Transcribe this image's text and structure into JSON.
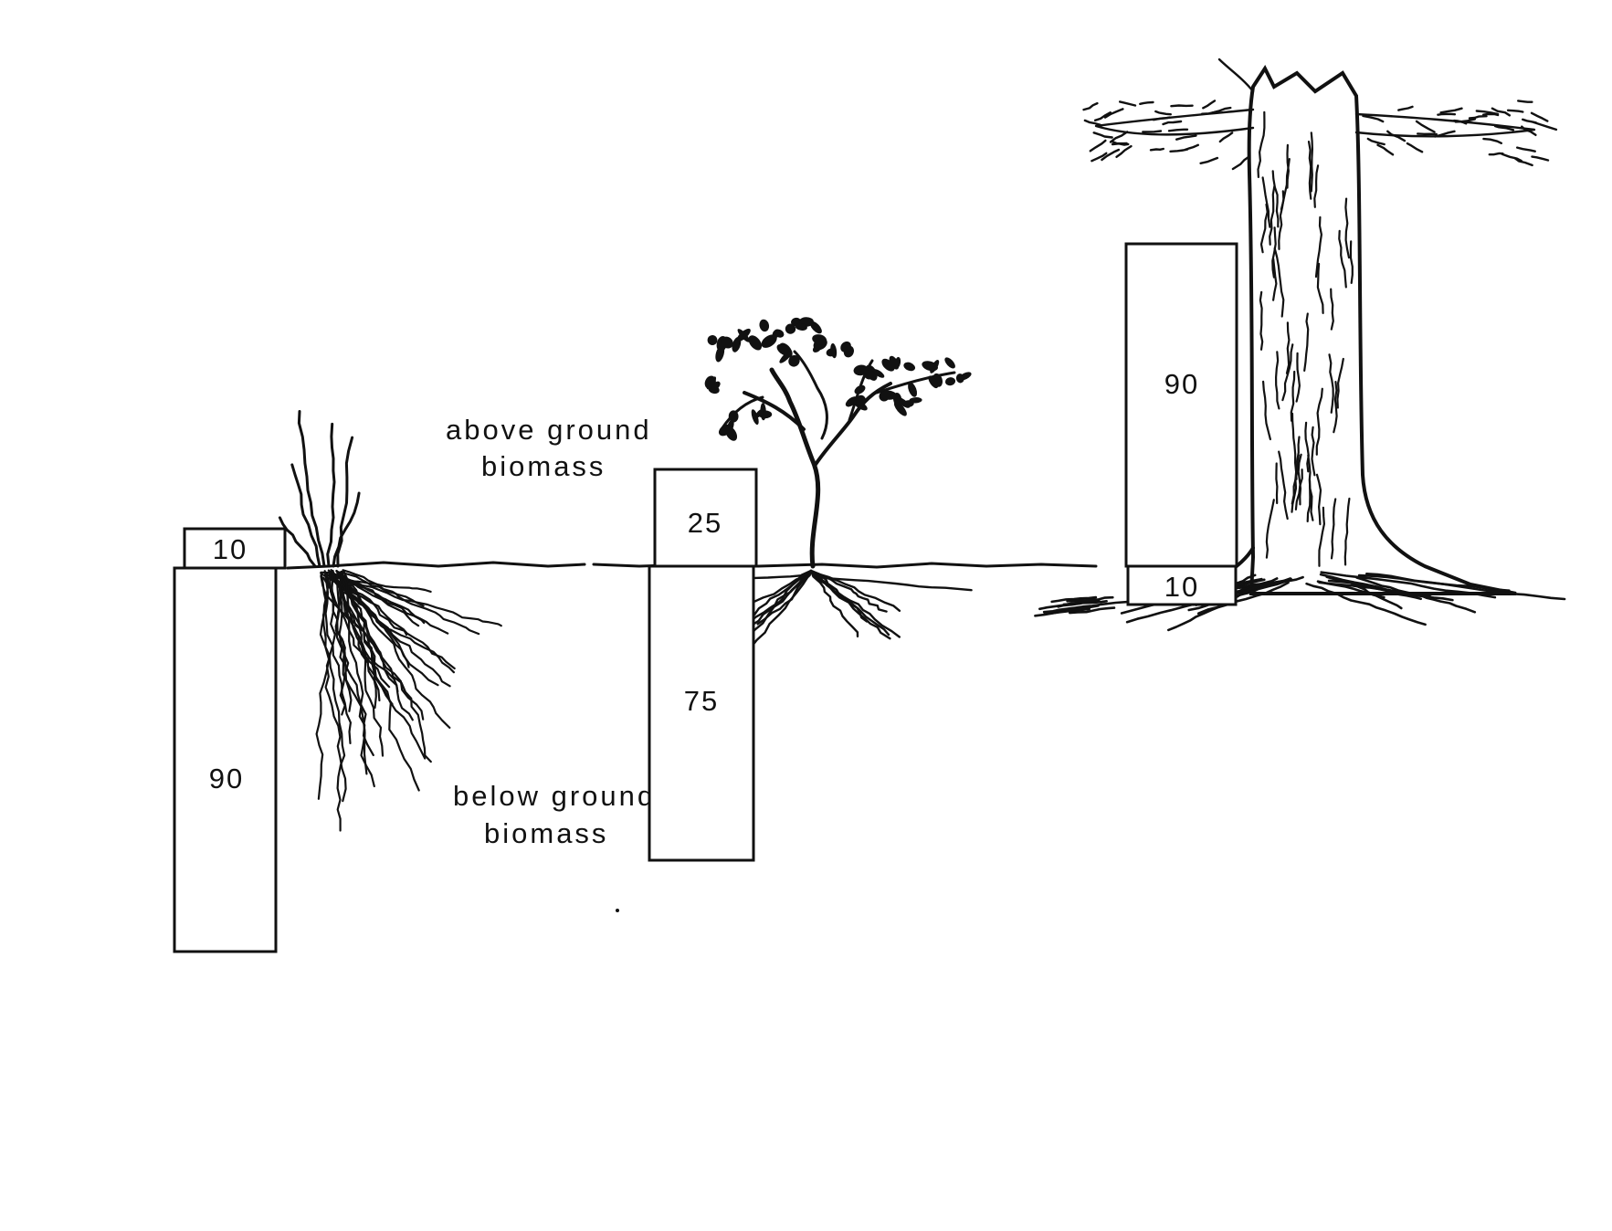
{
  "labels": {
    "above": [
      "above ground",
      "biomass"
    ],
    "below": [
      "below ground",
      "biomass"
    ]
  },
  "plants": [
    {
      "name": "grass",
      "above_percent": 10,
      "below_percent": 90,
      "above": "10",
      "below": "90"
    },
    {
      "name": "shrub",
      "above_percent": 25,
      "below_percent": 75,
      "above": "25",
      "below": "75"
    },
    {
      "name": "tree",
      "above_percent": 90,
      "below_percent": 10,
      "above": "90",
      "below": "10"
    }
  ],
  "colors": {
    "ink": "#111111",
    "paper": "#ffffff"
  }
}
